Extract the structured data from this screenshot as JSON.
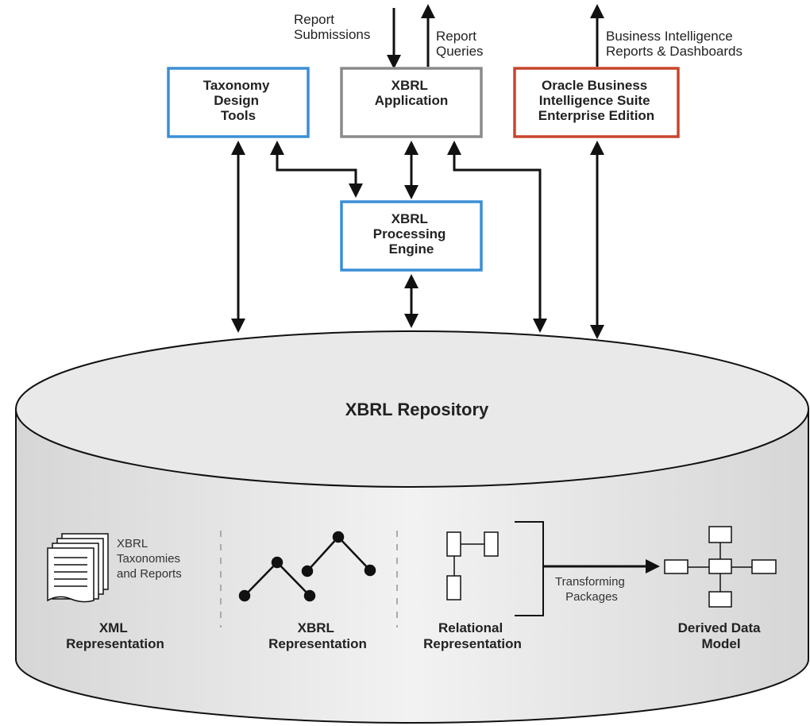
{
  "diagram": {
    "top_labels": {
      "report_submissions": [
        "Report",
        "Submissions"
      ],
      "report_queries": [
        "Report",
        "Queries"
      ],
      "bi_reports": [
        "Business Intelligence",
        "Reports & Dashboards"
      ]
    },
    "boxes": {
      "taxonomy": {
        "lines": [
          "Taxonomy",
          "Design",
          "Tools"
        ],
        "border_color": "#3a8fd6"
      },
      "xbrl_app": {
        "lines": [
          "XBRL",
          "Application"
        ],
        "border_color": "#8a8a8a"
      },
      "oracle_bi": {
        "lines": [
          "Oracle Business",
          "Intelligence Suite",
          "Enterprise Edition"
        ],
        "border_color": "#c8452c"
      },
      "processing": {
        "lines": [
          "XBRL",
          "Processing",
          "Engine"
        ],
        "border_color": "#3a8fd6"
      }
    },
    "repository": {
      "title": "XBRL Repository",
      "doc_caption": [
        "XBRL",
        "Taxonomies",
        "and Reports"
      ],
      "sections": {
        "xml": [
          "XML",
          "Representation"
        ],
        "xbrl": [
          "XBRL",
          "Representation"
        ],
        "relational": [
          "Relational",
          "Representation"
        ],
        "derived": [
          "Derived Data",
          "Model"
        ]
      },
      "transform_label": [
        "Transforming",
        "Packages"
      ]
    }
  }
}
